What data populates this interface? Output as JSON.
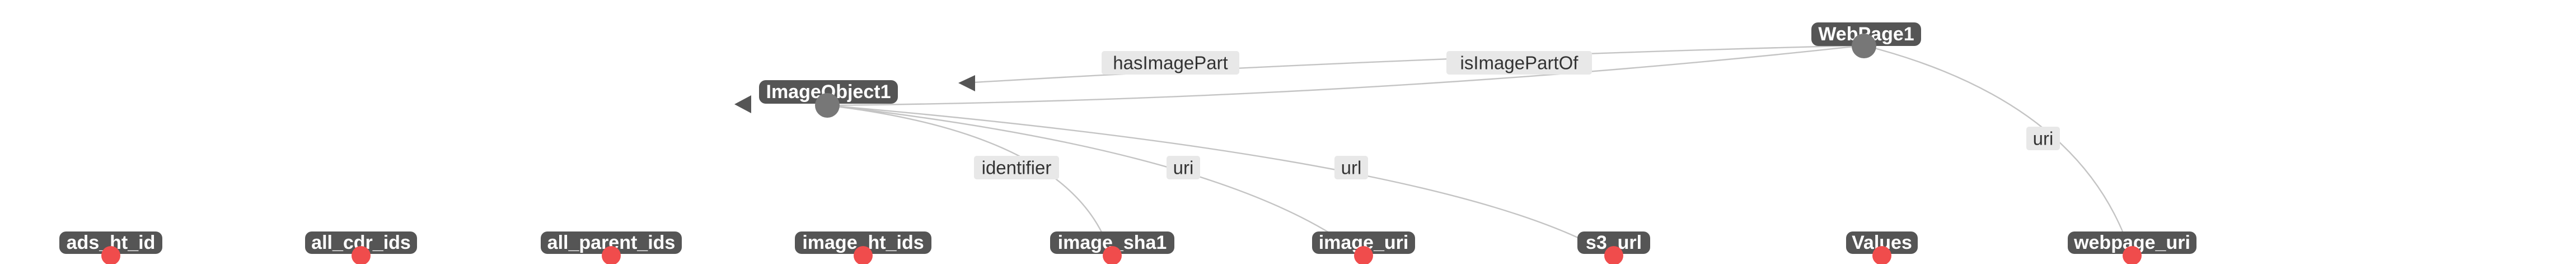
{
  "class_nodes": [
    {
      "id": "webpage1",
      "label": "WebPage1"
    },
    {
      "id": "imageobject1",
      "label": "ImageObject1"
    }
  ],
  "property_nodes": [
    {
      "id": "ads_ht_id",
      "label": "ads_ht_id"
    },
    {
      "id": "all_cdr_ids",
      "label": "all_cdr_ids"
    },
    {
      "id": "all_parent_ids",
      "label": "all_parent_ids"
    },
    {
      "id": "image_ht_ids",
      "label": "image_ht_ids"
    },
    {
      "id": "image_sha1",
      "label": "image_sha1"
    },
    {
      "id": "image_uri",
      "label": "image_uri"
    },
    {
      "id": "s3_url",
      "label": "s3_url"
    },
    {
      "id": "values",
      "label": "Values"
    },
    {
      "id": "webpage_uri",
      "label": "webpage_uri"
    }
  ],
  "edges": [
    {
      "id": "hasImagePart",
      "label": "hasImagePart",
      "from": "webpage1",
      "to": "imageobject1"
    },
    {
      "id": "isImagePartOf",
      "label": "isImagePartOf",
      "from": "imageobject1",
      "to": "webpage1"
    },
    {
      "id": "identifier",
      "label": "identifier",
      "from": "imageobject1",
      "to": "image_sha1"
    },
    {
      "id": "uri_image",
      "label": "uri",
      "from": "imageobject1",
      "to": "image_uri"
    },
    {
      "id": "url_s3",
      "label": "url",
      "from": "imageobject1",
      "to": "s3_url"
    },
    {
      "id": "uri_webpage",
      "label": "uri",
      "from": "webpage1",
      "to": "webpage_uri"
    }
  ],
  "colors": {
    "node_label_bg": "#555555",
    "property_dot": "#f04c4c",
    "class_dot": "#777777",
    "edge": "#c4c4c4",
    "edge_label_bg": "#e8e8e8"
  }
}
